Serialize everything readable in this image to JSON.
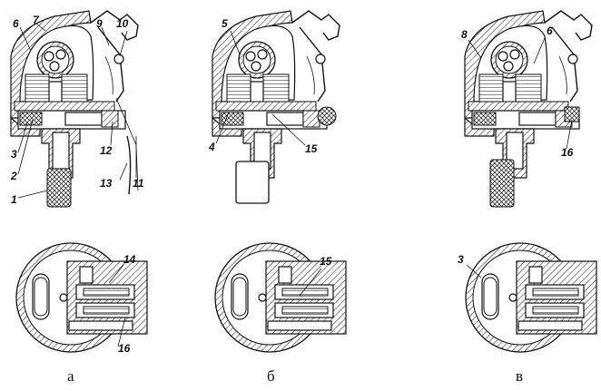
{
  "figure": {
    "captions": [
      "а",
      "б",
      "в"
    ],
    "panel_a_labels": [
      "6",
      "7",
      "9",
      "10",
      "3",
      "2",
      "1",
      "12",
      "13",
      "11"
    ],
    "panel_b_labels": [
      "5",
      "4",
      "15"
    ],
    "panel_c_labels": [
      "8",
      "6",
      "16"
    ],
    "bottom_a_labels": [
      "14",
      "16"
    ],
    "bottom_b_labels": [
      "15"
    ],
    "bottom_c_labels": [
      "3"
    ]
  },
  "colors": {
    "ink": "#111111",
    "paper": "#ffffff"
  }
}
